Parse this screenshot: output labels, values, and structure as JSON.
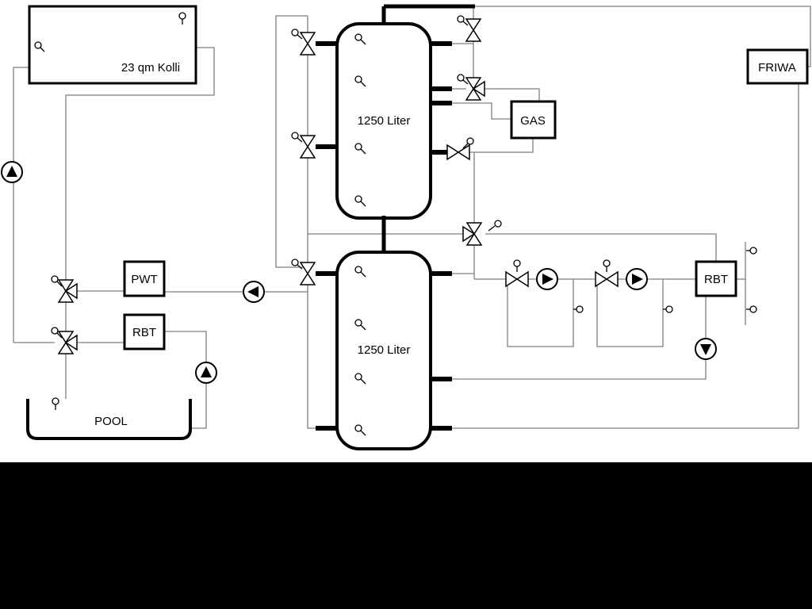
{
  "labels": {
    "collector": "23 qm Kolli",
    "tank_top": "1250 Liter",
    "tank_bottom": "1250 Liter",
    "gas": "GAS",
    "friwa": "FRIWA",
    "pwt": "PWT",
    "rbt_left": "RBT",
    "rbt_right": "RBT",
    "pool": "POOL"
  },
  "colors": {
    "background": "#ffffff",
    "pipe": "#7f7f7f",
    "outline": "#000000",
    "letterbox": "#000000"
  }
}
